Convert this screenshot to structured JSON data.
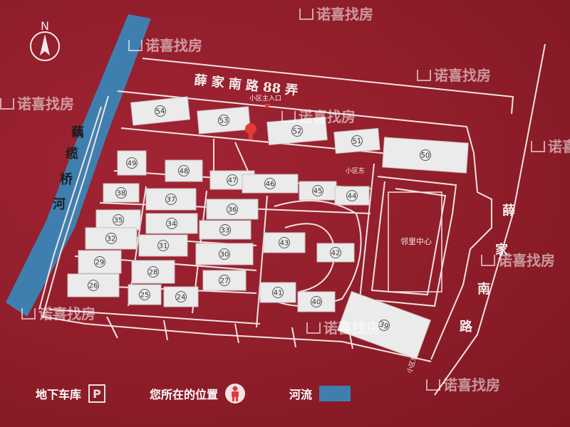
{
  "compass": {
    "north": "N"
  },
  "roads": {
    "top": "薛 家 南 路   88 弄",
    "right": [
      "薛",
      "家",
      "南",
      "路"
    ],
    "river": [
      "藕",
      "缆",
      "桥",
      "河"
    ]
  },
  "labels": {
    "main_entrance": "小区主入口",
    "community_center": "邻里中心",
    "side_gate": "小区东",
    "east_entrance": "小区东入口"
  },
  "buildings": [
    {
      "id": "54"
    },
    {
      "id": "53"
    },
    {
      "id": "52"
    },
    {
      "id": "51"
    },
    {
      "id": "50"
    },
    {
      "id": "49"
    },
    {
      "id": "48"
    },
    {
      "id": "47"
    },
    {
      "id": "46"
    },
    {
      "id": "45"
    },
    {
      "id": "44"
    },
    {
      "id": "38"
    },
    {
      "id": "37"
    },
    {
      "id": "36"
    },
    {
      "id": "35"
    },
    {
      "id": "34"
    },
    {
      "id": "33"
    },
    {
      "id": "32"
    },
    {
      "id": "31"
    },
    {
      "id": "30"
    },
    {
      "id": "43"
    },
    {
      "id": "42"
    },
    {
      "id": "29"
    },
    {
      "id": "28"
    },
    {
      "id": "27"
    },
    {
      "id": "26"
    },
    {
      "id": "25"
    },
    {
      "id": "24"
    },
    {
      "id": "41"
    },
    {
      "id": "40"
    },
    {
      "id": "39"
    }
  ],
  "legend": {
    "parking": "地下车库",
    "parking_symbol": "P",
    "you_are_here": "您所在的位置",
    "river": "河流"
  },
  "watermark": "诺喜找房",
  "colors": {
    "background": "#8f1d2a",
    "river": "#3f7fb0",
    "building": "#ecebeb",
    "line": "#f1e3e3"
  }
}
